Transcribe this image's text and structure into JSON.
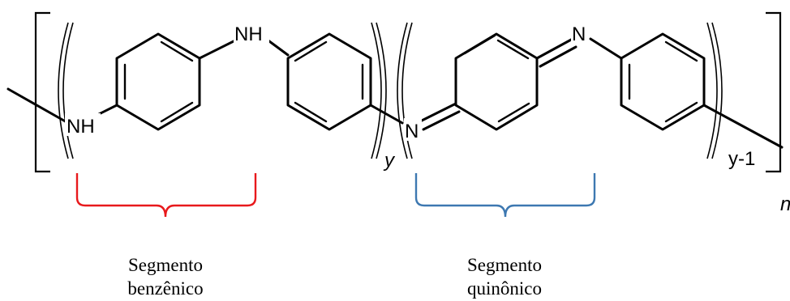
{
  "atoms": {
    "nh_left": "NH",
    "nh_top": "NH",
    "n_imine_left": "N",
    "n_imine_top": "N"
  },
  "subscripts": {
    "y": "y",
    "y_minus_1": "y-1",
    "n": "n"
  },
  "segments": {
    "benzenoid": {
      "line1": "Segmento",
      "line2": "benzênico",
      "color": "#e8191c"
    },
    "quinoid": {
      "line1": "Segmento",
      "line2": "quinônico",
      "color": "#3d78b1"
    }
  }
}
